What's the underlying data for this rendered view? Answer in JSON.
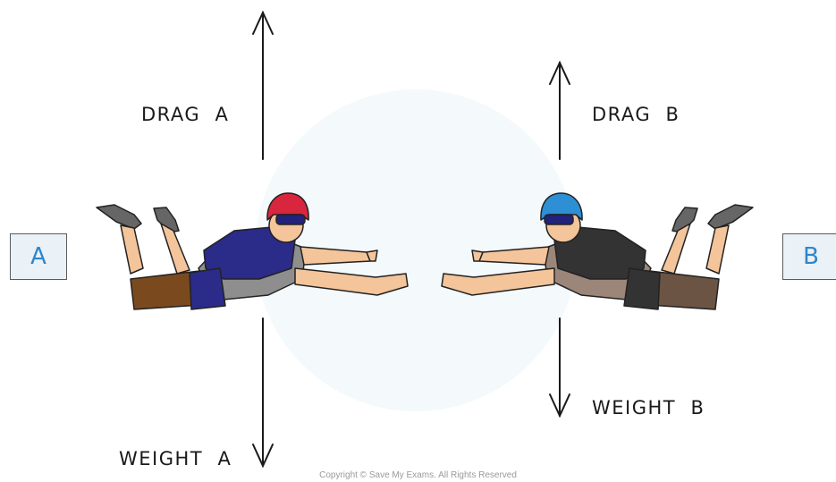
{
  "labels": {
    "drag_a": "DRAG  A",
    "weight_a": "WEIGHT  A",
    "drag_b": "DRAG  B",
    "weight_b": "WEIGHT  B"
  },
  "skydivers": {
    "a": {
      "tag": "A",
      "helmet_color": "#d7263d",
      "pack_color": "#2b2b8a"
    },
    "b": {
      "tag": "B",
      "helmet_color": "#2d8fd4",
      "pack_color": "#333333"
    }
  },
  "watermark_text": "Copyright © Save My Exams. All Rights Reserved"
}
